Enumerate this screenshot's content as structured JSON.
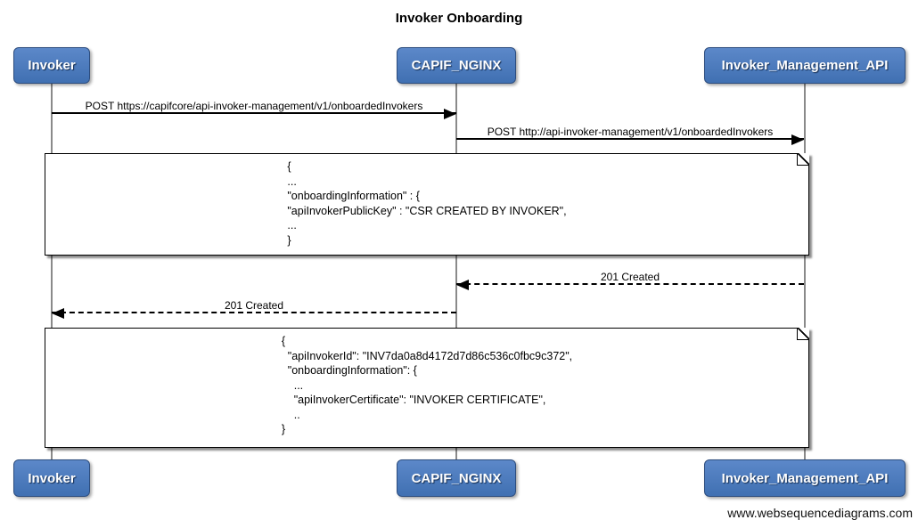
{
  "title": "Invoker Onboarding",
  "watermark": "www.websequencediagrams.com",
  "actors": [
    {
      "name": "Invoker"
    },
    {
      "name": "CAPIF_NGINX"
    },
    {
      "name": "Invoker_Management_API"
    }
  ],
  "messages": [
    {
      "from": "Invoker",
      "to": "CAPIF_NGINX",
      "label": "POST https://capifcore/api-invoker-management/v1/onboardedInvokers",
      "line_style": "solid",
      "direction": "right"
    },
    {
      "from": "CAPIF_NGINX",
      "to": "Invoker_Management_API",
      "label": "POST http://api-invoker-management/v1/onboardedInvokers",
      "line_style": "solid",
      "direction": "right"
    },
    {
      "from": "Invoker_Management_API",
      "to": "CAPIF_NGINX",
      "label": "201 Created",
      "line_style": "dashed",
      "direction": "left"
    },
    {
      "from": "CAPIF_NGINX",
      "to": "Invoker",
      "label": "201 Created",
      "line_style": "dashed",
      "direction": "left"
    }
  ],
  "notes": [
    {
      "lines": [
        "{",
        "...",
        "\"onboardingInformation\" : {",
        "\"apiInvokerPublicKey\" : \"CSR CREATED BY INVOKER\",",
        "...",
        "}"
      ]
    },
    {
      "lines": [
        "{",
        "  \"apiInvokerId\": \"INV7da0a8d4172d7d86c536c0fbc9c372\",",
        "  \"onboardingInformation\": {",
        "    ...",
        "    \"apiInvokerCertificate\": \"INVOKER CERTIFICATE\",",
        "    ..",
        "}"
      ]
    }
  ],
  "colors": {
    "actor_fill_top": "#5c88c9",
    "actor_fill_bottom": "#4070b2",
    "actor_border": "#2d4d7e",
    "actor_text": "#ffffff",
    "lifeline": "#8a8a8a",
    "message_line": "#000000",
    "note_bg": "#ffffff",
    "note_border": "#000000"
  }
}
